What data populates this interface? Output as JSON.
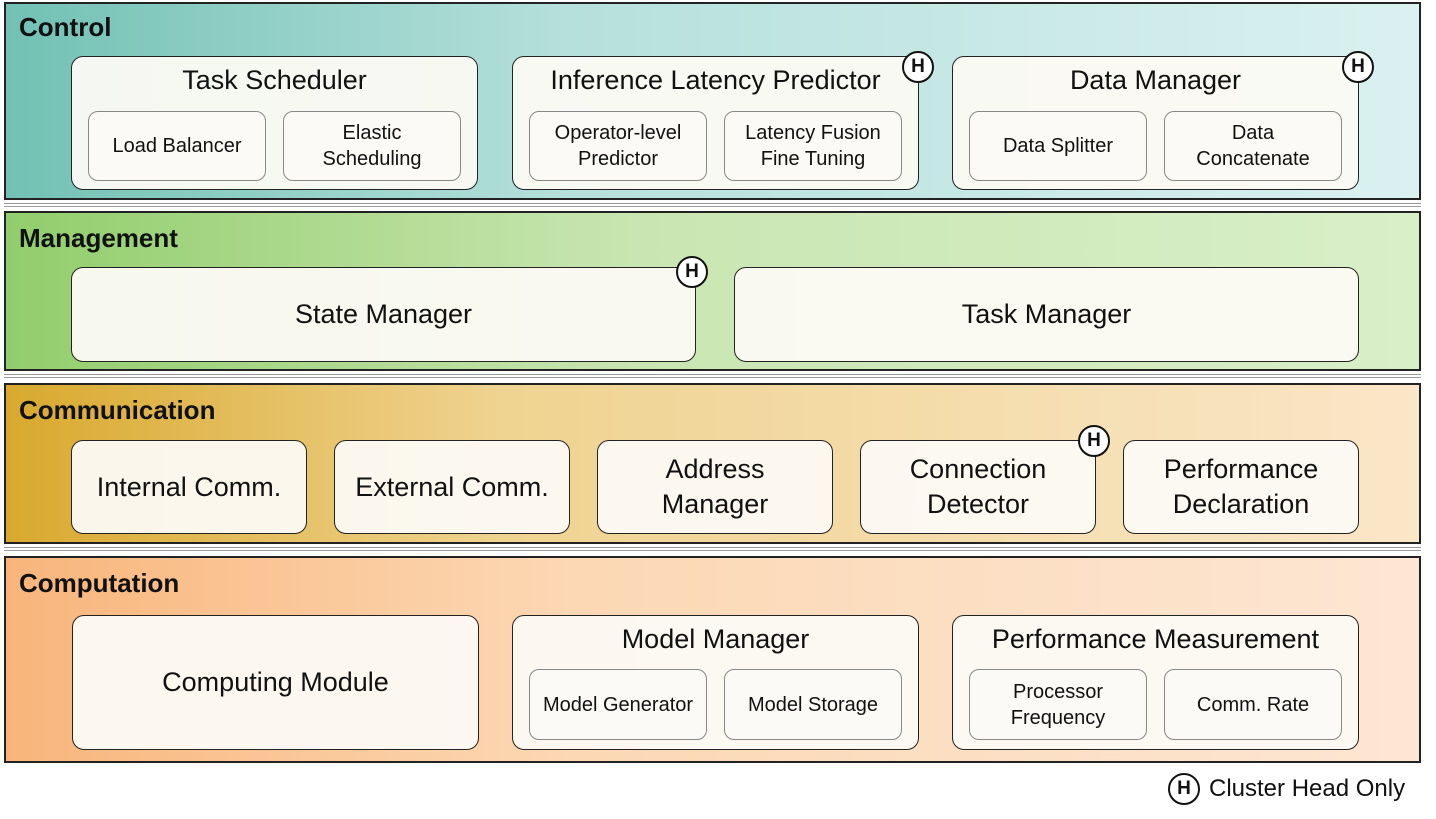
{
  "badge_letter": "H",
  "legend": {
    "badge": "H",
    "text": "Cluster Head Only"
  },
  "layers": {
    "control": {
      "title": "Control",
      "task_scheduler": {
        "title": "Task Scheduler",
        "items": [
          "Load Balancer",
          "Elastic\nScheduling"
        ]
      },
      "latency_predictor": {
        "title": "Inference Latency Predictor",
        "cluster_head_only": true,
        "items": [
          "Operator-level\nPredictor",
          "Latency Fusion\nFine Tuning"
        ]
      },
      "data_manager": {
        "title": "Data Manager",
        "cluster_head_only": true,
        "items": [
          "Data Splitter",
          "Data\nConcatenate"
        ]
      }
    },
    "management": {
      "title": "Management",
      "state_manager": {
        "label": "State Manager",
        "cluster_head_only": true
      },
      "task_manager": {
        "label": "Task Manager"
      }
    },
    "communication": {
      "title": "Communication",
      "items": [
        {
          "label": "Internal Comm."
        },
        {
          "label": "External Comm."
        },
        {
          "label": "Address\nManager"
        },
        {
          "label": "Connection\nDetector",
          "cluster_head_only": true
        },
        {
          "label": "Performance\nDeclaration"
        }
      ]
    },
    "computation": {
      "title": "Computation",
      "computing_module": {
        "label": "Computing Module"
      },
      "model_manager": {
        "title": "Model Manager",
        "items": [
          "Model Generator",
          "Model Storage"
        ]
      },
      "performance_measurement": {
        "title": "Performance Measurement",
        "items": [
          "Processor\nFrequency",
          "Comm. Rate"
        ]
      }
    }
  },
  "colors": {
    "control_layer": "#b6e0dc",
    "management_layer": "#c9e6b2",
    "communication_layer": "#efd390",
    "computation_layer": "#fcd8b4"
  }
}
